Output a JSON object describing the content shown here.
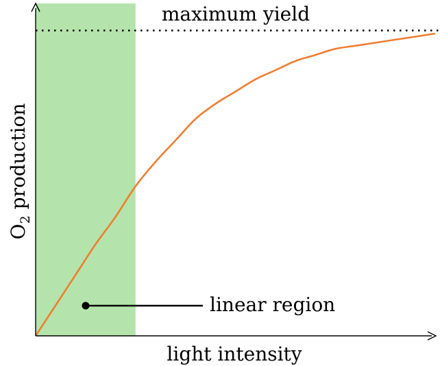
{
  "chart_data": {
    "type": "line",
    "xlabel": "light intensity",
    "ylabel": "O",
    "ylabel_subscript": "2",
    "ylabel_rest": " production",
    "xlim": [
      0,
      10
    ],
    "ylim": [
      0,
      1.1
    ],
    "max_yield": 1.0,
    "series": [
      {
        "color": "#ee7d31",
        "x": [
          0,
          0.5,
          1,
          1.5,
          2,
          2.5,
          3,
          3.5,
          4,
          4.5,
          5,
          5.5,
          6,
          6.5,
          7,
          7.5,
          8,
          8.5,
          9,
          9.5,
          10
        ],
        "values": [
          0,
          0.1,
          0.2,
          0.3,
          0.39,
          0.49,
          0.57,
          0.64,
          0.71,
          0.76,
          0.8,
          0.84,
          0.87,
          0.9,
          0.92,
          0.94,
          0.95,
          0.96,
          0.97,
          0.98,
          0.99
        ]
      }
    ],
    "linear_region": {
      "x_start": 0,
      "x_end": 2.5,
      "color": "#b4e4ab"
    },
    "annotations": [
      {
        "text": "maximum yield"
      },
      {
        "text": "linear region"
      }
    ],
    "grid": false
  }
}
